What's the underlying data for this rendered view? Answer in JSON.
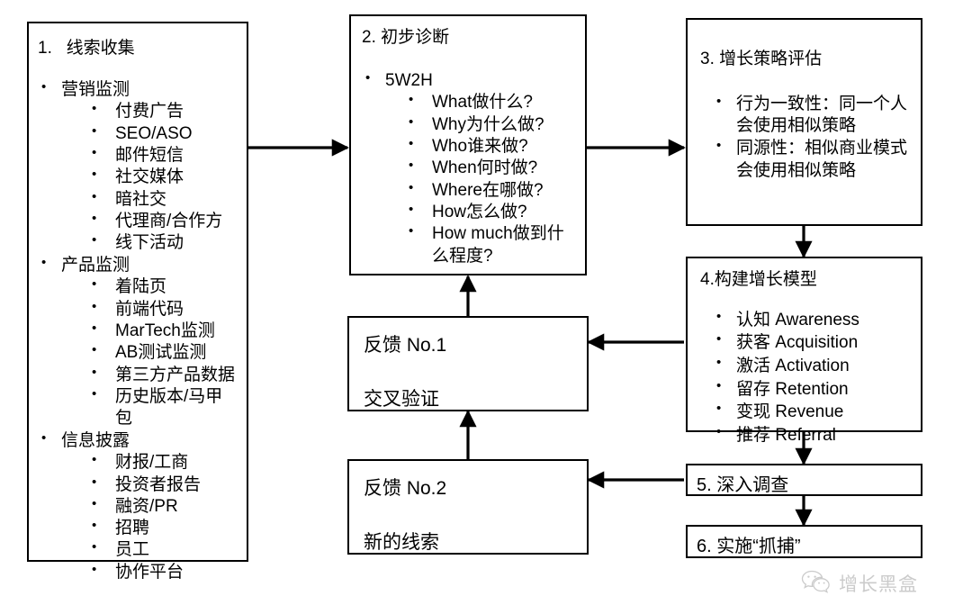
{
  "diagram": {
    "title": "增长黑盒 growth analysis flowchart",
    "watermark": {
      "text": "增长黑盒",
      "icon": "wechat-icon"
    },
    "colors": {
      "stroke": "#000000",
      "background": "#ffffff",
      "watermark": "#555555"
    }
  },
  "boxes": {
    "step1": {
      "title": "1.   线索收集",
      "groups": [
        {
          "label": "营销监测",
          "items": [
            "付费广告",
            "SEO/ASO",
            "邮件短信",
            "社交媒体",
            "暗社交",
            "代理商/合作方",
            "线下活动"
          ]
        },
        {
          "label": "产品监测",
          "items": [
            "着陆页",
            "前端代码",
            "MarTech监测",
            "AB测试监测",
            "第三方产品数据",
            "历史版本/马甲包"
          ]
        },
        {
          "label": "信息披露",
          "items": [
            "财报/工商",
            "投资者报告",
            "融资/PR",
            "招聘",
            "员工",
            "协作平台"
          ]
        }
      ]
    },
    "step2": {
      "title": "2. 初步诊断",
      "groups": [
        {
          "label": "5W2H",
          "items": [
            "What做什么?",
            "Why为什么做?",
            "Who谁来做?",
            "When何时做?",
            "Where在哪做?",
            "How怎么做?",
            "How much做到什么程度?"
          ]
        }
      ]
    },
    "step3": {
      "title": "3. 增长策略评估",
      "items": [
        "行为一致性：同一个人会使用相似策略",
        "同源性：相似商业模式会使用相似策略"
      ]
    },
    "step4": {
      "title": "4.构建增长模型",
      "items": [
        "认知 Awareness",
        "获客 Acquisition",
        "激活 Activation",
        "留存 Retention",
        "变现 Revenue",
        "推荐 Referral"
      ]
    },
    "step5": {
      "title": "5. 深入调查"
    },
    "step6": {
      "title": "6. 实施“抓捕”"
    },
    "feedback1": {
      "line1": "反馈 No.1",
      "line2": "交叉验证"
    },
    "feedback2": {
      "line1": "反馈 No.2",
      "line2": "新的线索"
    }
  },
  "connectors": [
    {
      "name": "step1-to-step2",
      "from": "step1",
      "to": "step2",
      "direction": "right"
    },
    {
      "name": "step2-to-step3",
      "from": "step2",
      "to": "step3",
      "direction": "right"
    },
    {
      "name": "step3-to-step4",
      "from": "step3",
      "to": "step4",
      "direction": "down"
    },
    {
      "name": "step4-to-feedback1",
      "from": "step4",
      "to": "feedback1",
      "direction": "left"
    },
    {
      "name": "feedback1-to-step2",
      "from": "feedback1",
      "to": "step2",
      "direction": "up"
    },
    {
      "name": "step4-to-step5",
      "from": "step4",
      "to": "step5",
      "direction": "down"
    },
    {
      "name": "step5-to-feedback2",
      "from": "step5",
      "to": "feedback2",
      "direction": "left"
    },
    {
      "name": "feedback2-to-feedback1",
      "from": "feedback2",
      "to": "feedback1",
      "direction": "up"
    },
    {
      "name": "step5-to-step6",
      "from": "step5",
      "to": "step6",
      "direction": "down"
    }
  ]
}
